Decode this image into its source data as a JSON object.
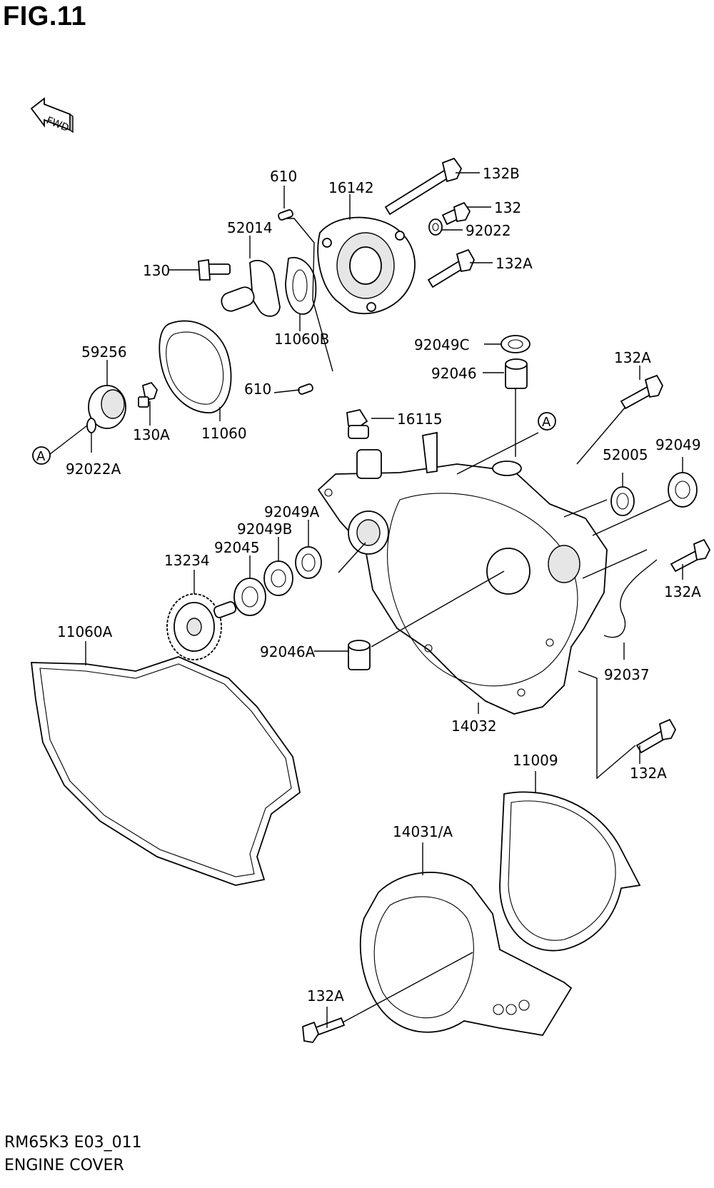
{
  "figure": {
    "title": "FIG.11",
    "model_code": "RM65K3 E03_011",
    "name": "ENGINE COVER",
    "fwd_label": "FWD",
    "ref_marker": "A"
  },
  "callouts": {
    "c132B": "132B",
    "c610_top": "610",
    "c16142": "16142",
    "c132": "132",
    "c52014": "52014",
    "c92022": "92022",
    "c130": "130",
    "c132A_1": "132A",
    "c11060B": "11060B",
    "c92049C": "92049C",
    "c59256": "59256",
    "c92046": "92046",
    "c610_bot": "610",
    "c132A_2": "132A",
    "c16115": "16115",
    "c130A": "130A",
    "c11060": "11060",
    "c92022A": "92022A",
    "c52005": "52005",
    "c92049": "92049",
    "c92049A": "92049A",
    "c92049B": "92049B",
    "c13234": "13234",
    "c92045": "92045",
    "c132A_3": "132A",
    "c11060A": "11060A",
    "c92046A": "92046A",
    "c92037": "92037",
    "c14032": "14032",
    "c132A_4": "132A",
    "c11009": "11009",
    "c14031A": "14031/A",
    "c132A_5": "132A"
  }
}
